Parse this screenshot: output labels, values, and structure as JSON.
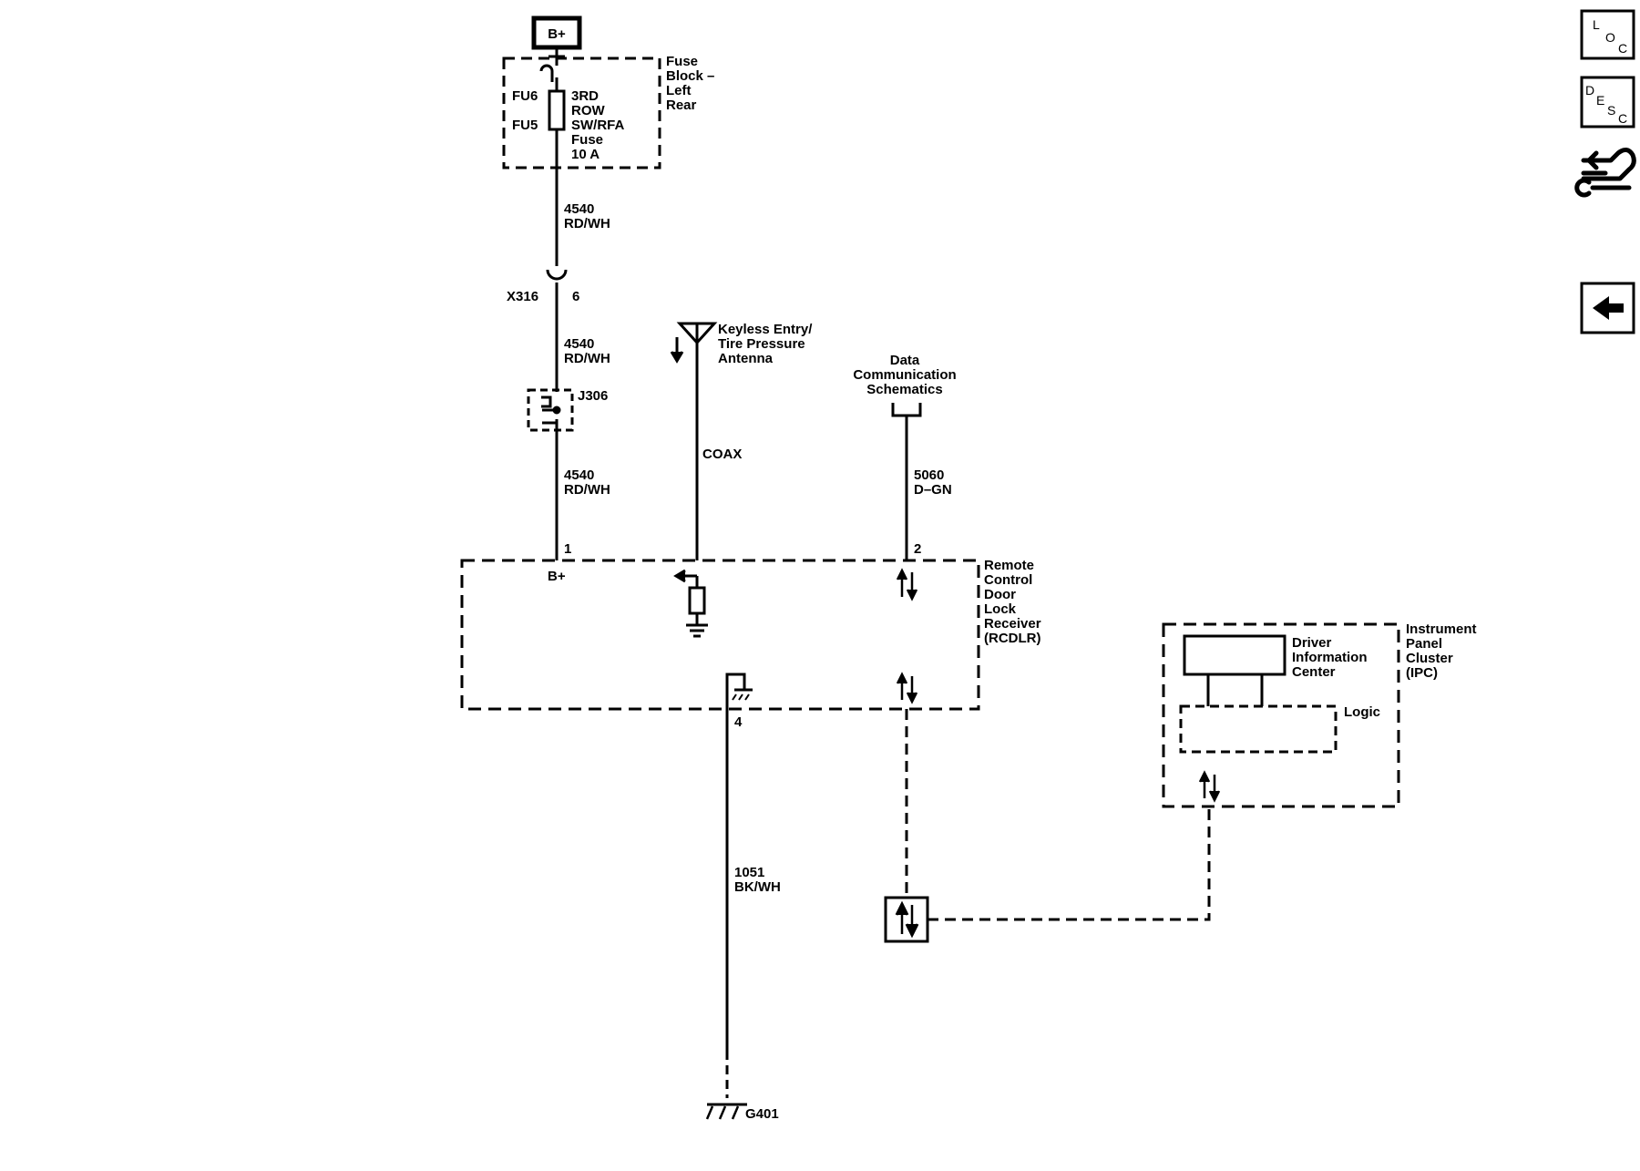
{
  "power": {
    "source": "B+"
  },
  "fuse_block": {
    "title_lines": [
      "Fuse",
      "Block –",
      "Left",
      "Rear"
    ],
    "fu6": "FU6",
    "fu5": "FU5",
    "fuse_lines": [
      "3RD",
      "ROW",
      "SW/RFA",
      "Fuse",
      "10 A"
    ]
  },
  "wires": {
    "w1": [
      "4540",
      "RD/WH"
    ],
    "w2": [
      "4540",
      "RD/WH"
    ],
    "w3": [
      "4540",
      "RD/WH"
    ],
    "w4": [
      "5060",
      "D–GN"
    ],
    "w5": [
      "1051",
      "BK/WH"
    ],
    "coax": "COAX"
  },
  "connector": {
    "name": "X316",
    "pin": "6"
  },
  "splice": {
    "name": "J306"
  },
  "antenna": {
    "lines": [
      "Keyless Entry/",
      "Tire Pressure",
      "Antenna"
    ]
  },
  "data_comm": {
    "lines": [
      "Data",
      "Communication",
      "Schematics"
    ]
  },
  "rcdlr": {
    "lines": [
      "Remote",
      "Control",
      "Door",
      "Lock",
      "Receiver",
      "(RCDLR)"
    ],
    "pin_bplus": "1",
    "pin_bplus_label": "B+",
    "pin_data": "2",
    "pin_ground": "4"
  },
  "ipc": {
    "lines": [
      "Instrument",
      "Panel",
      "Cluster",
      "(IPC)"
    ],
    "dic_lines": [
      "Driver",
      "Information",
      "Center"
    ],
    "logic": "Logic"
  },
  "ground": {
    "name": "G401"
  },
  "nav": {
    "loc": {
      "l1": "L",
      "l2": "O",
      "l3": "C"
    },
    "desc": {
      "l1": "D",
      "l2": "E",
      "l3": "S",
      "l4": "C"
    }
  }
}
